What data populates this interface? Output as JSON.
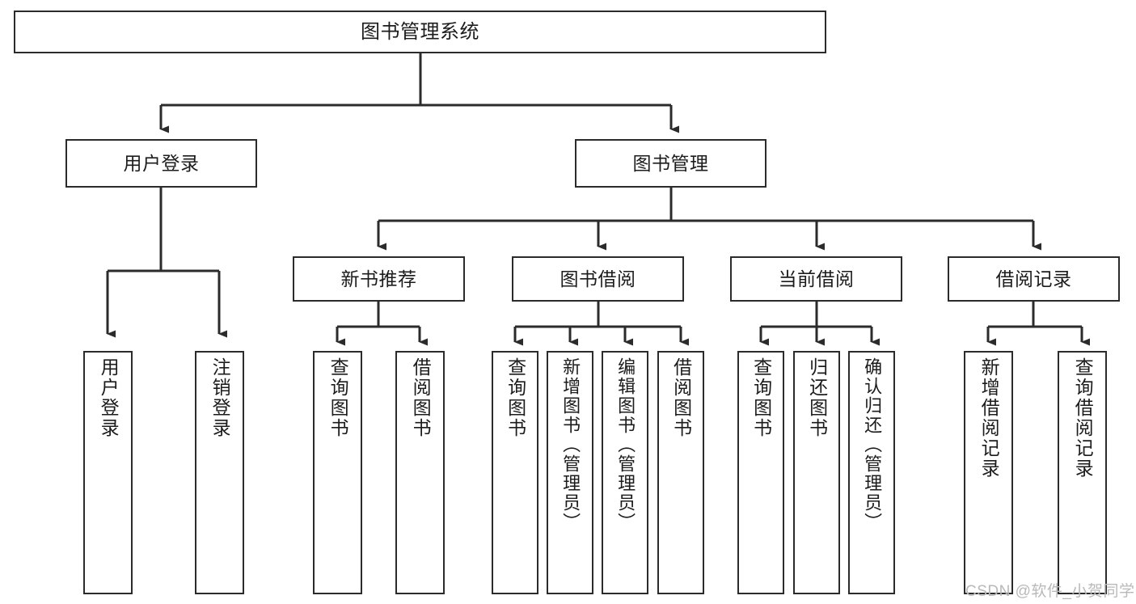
{
  "diagram": {
    "title": "图书管理系统",
    "type": "tree",
    "levels": {
      "root": {
        "label": "图书管理系统"
      },
      "level2": [
        {
          "id": "user-login",
          "label": "用户登录"
        },
        {
          "id": "book-manage",
          "label": "图书管理"
        }
      ],
      "level3": [
        {
          "id": "new-book-recommend",
          "label": "新书推荐",
          "parent": "book-manage"
        },
        {
          "id": "book-borrow",
          "label": "图书借阅",
          "parent": "book-manage"
        },
        {
          "id": "current-borrow",
          "label": "当前借阅",
          "parent": "book-manage"
        },
        {
          "id": "borrow-record",
          "label": "借阅记录",
          "parent": "book-manage"
        }
      ],
      "leaves": [
        {
          "id": "leaf-user-login",
          "label": "用户登录",
          "parent": "user-login"
        },
        {
          "id": "leaf-logout",
          "label": "注销登录",
          "parent": "user-login"
        },
        {
          "id": "leaf-query-book-1",
          "label": "查询图书",
          "parent": "new-book-recommend"
        },
        {
          "id": "leaf-borrow-book-1",
          "label": "借阅图书",
          "parent": "new-book-recommend"
        },
        {
          "id": "leaf-query-book-2",
          "label": "查询图书",
          "parent": "book-borrow"
        },
        {
          "id": "leaf-add-book",
          "label": "新增图书（管理员）",
          "parent": "book-borrow"
        },
        {
          "id": "leaf-edit-book",
          "label": "编辑图书（管理员）",
          "parent": "book-borrow"
        },
        {
          "id": "leaf-borrow-book-2",
          "label": "借阅图书",
          "parent": "book-borrow"
        },
        {
          "id": "leaf-query-book-3",
          "label": "查询图书",
          "parent": "current-borrow"
        },
        {
          "id": "leaf-return-book",
          "label": "归还图书",
          "parent": "current-borrow"
        },
        {
          "id": "leaf-confirm-return",
          "label": "确认归还（管理员）",
          "parent": "current-borrow"
        },
        {
          "id": "leaf-add-record",
          "label": "新增借阅记录",
          "parent": "borrow-record"
        },
        {
          "id": "leaf-query-record",
          "label": "查询借阅记录",
          "parent": "borrow-record"
        }
      ]
    },
    "colors": {
      "stroke": "#2b2b2b",
      "fill": "#ffffff",
      "text": "#1c1c1c",
      "watermark": "#b9b9b9"
    }
  },
  "watermark": {
    "text": "CSDN @软件_小贺同学"
  }
}
